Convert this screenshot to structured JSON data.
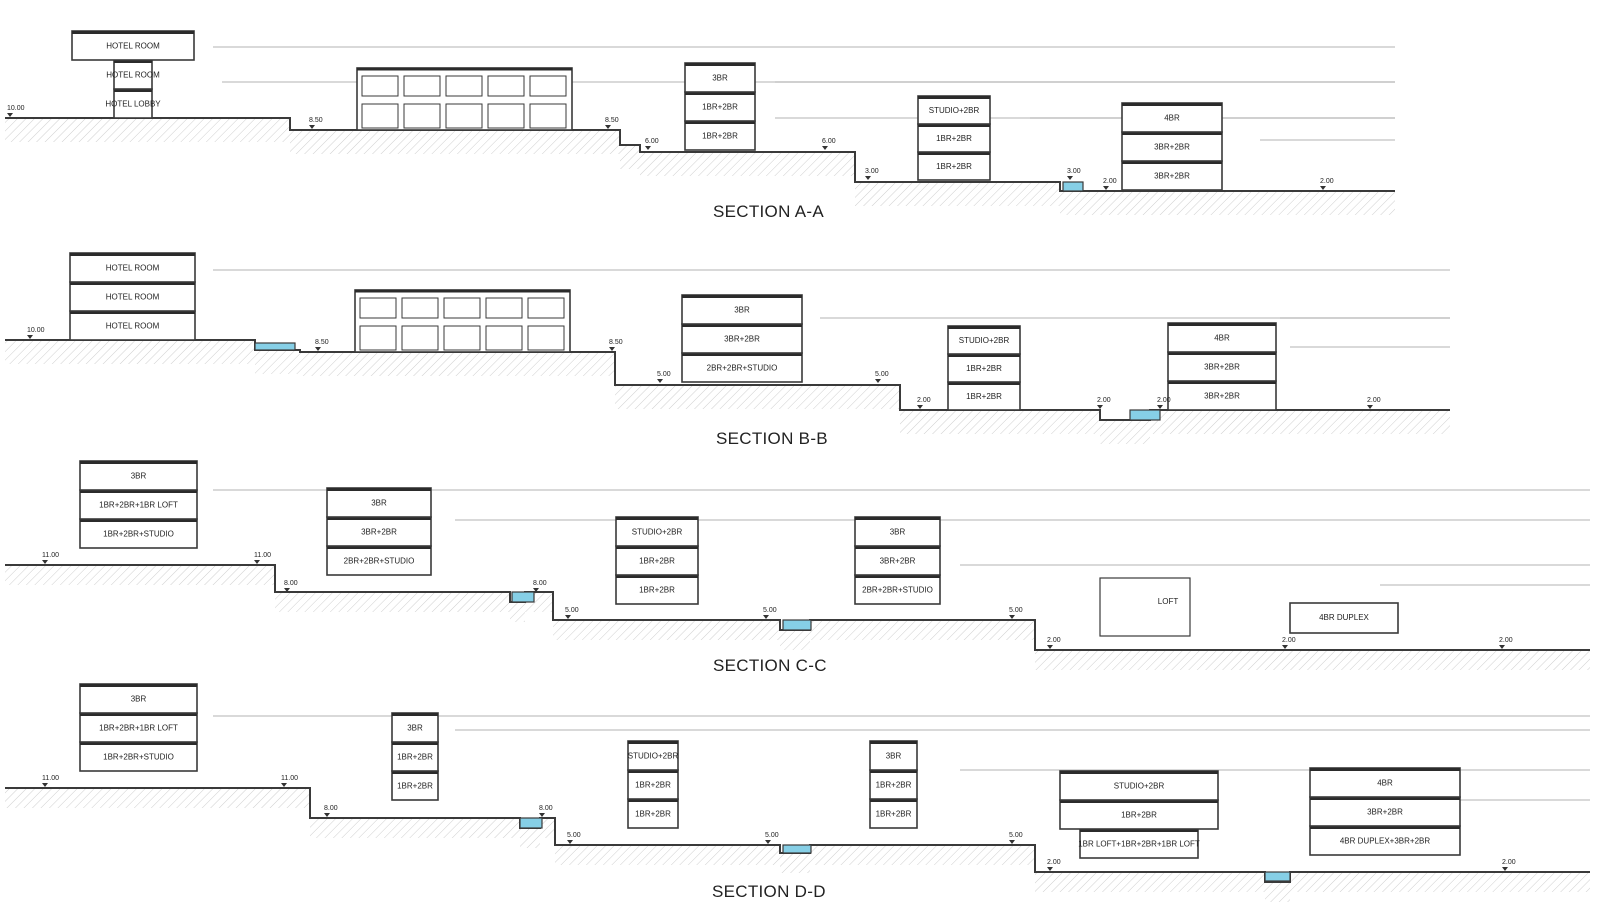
{
  "sections": [
    {
      "title": "SECTION A-A",
      "levels": [
        "10.00",
        "8.50",
        "8.50",
        "6.00",
        "6.00",
        "3.00",
        "3.00",
        "2.00",
        "2.00"
      ],
      "rooms": [
        "HOTEL ROOM",
        "HOTEL ROOM",
        "HOTEL LOBBY",
        "3BR",
        "1BR+2BR",
        "1BR+2BR",
        "STUDIO+2BR",
        "1BR+2BR",
        "1BR+2BR",
        "4BR",
        "3BR+2BR",
        "3BR+2BR"
      ]
    },
    {
      "title": "SECTION B-B",
      "levels": [
        "10.00",
        "8.50",
        "8.50",
        "5.00",
        "5.00",
        "2.00",
        "2.00",
        "2.00",
        "2.00"
      ],
      "rooms": [
        "HOTEL ROOM",
        "HOTEL ROOM",
        "HOTEL ROOM",
        "3BR",
        "3BR+2BR",
        "2BR+2BR+STUDIO",
        "STUDIO+2BR",
        "1BR+2BR",
        "1BR+2BR",
        "4BR",
        "3BR+2BR",
        "3BR+2BR"
      ]
    },
    {
      "title": "SECTION C-C",
      "levels": [
        "11.00",
        "11.00",
        "8.00",
        "8.00",
        "5.00",
        "5.00",
        "5.00",
        "2.00",
        "2.00",
        "2.00"
      ],
      "rooms": [
        "3BR",
        "1BR+2BR+1BR LOFT",
        "1BR+2BR+STUDIO",
        "3BR",
        "3BR+2BR",
        "2BR+2BR+STUDIO",
        "STUDIO+2BR",
        "1BR+2BR",
        "1BR+2BR",
        "3BR",
        "3BR+2BR",
        "2BR+2BR+STUDIO",
        "LOFT",
        "4BR DUPLEX"
      ]
    },
    {
      "title": "SECTION D-D",
      "levels": [
        "11.00",
        "11.00",
        "8.00",
        "8.00",
        "5.00",
        "5.00",
        "5.00",
        "2.00",
        "2.00"
      ],
      "rooms": [
        "3BR",
        "1BR+2BR+1BR LOFT",
        "1BR+2BR+STUDIO",
        "3BR",
        "1BR+2BR",
        "1BR+2BR",
        "STUDIO+2BR",
        "1BR+2BR",
        "1BR+2BR",
        "3BR",
        "1BR+2BR",
        "1BR+2BR",
        "STUDIO+2BR",
        "1BR+2BR",
        "1BR LOFT+1BR+2BR+1BR LOFT",
        "4BR",
        "3BR+2BR",
        "4BR DUPLEX+3BR+2BR"
      ]
    }
  ],
  "colors": {
    "line": "#3a3a3a",
    "roof": "#2b2b2b",
    "ground_hatch": "#c8c8c8",
    "pool": "#86cfe6"
  }
}
